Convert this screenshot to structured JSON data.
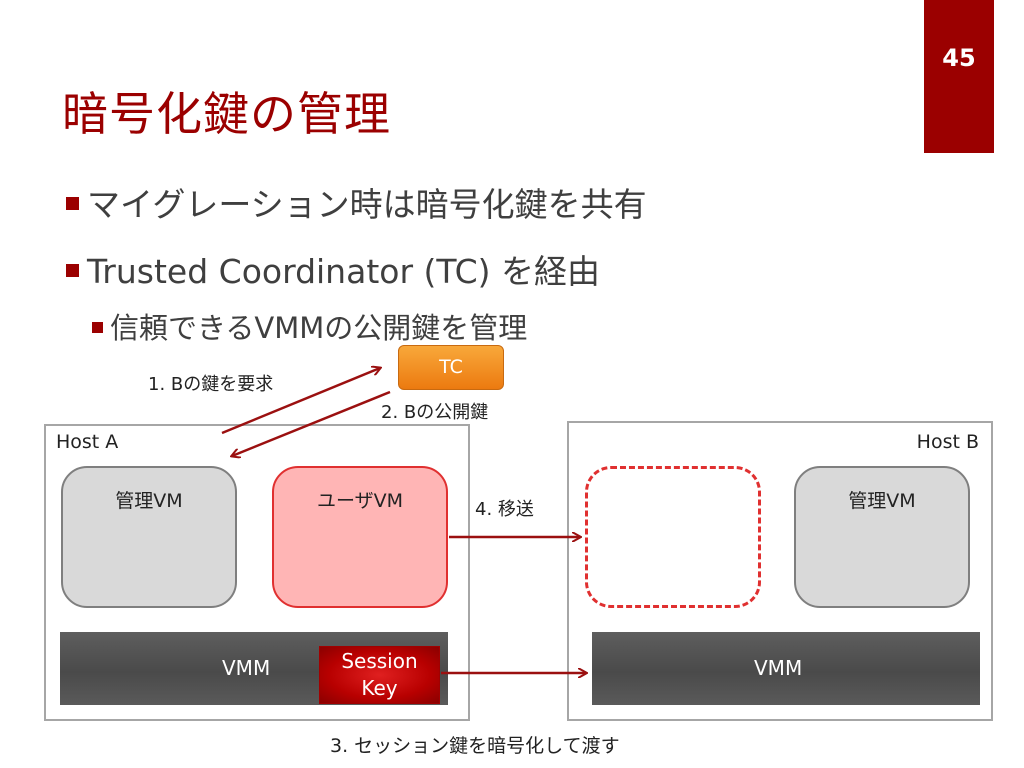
{
  "slide": {
    "page_number": "45",
    "title": "暗号化鍵の管理",
    "bullets": [
      "マイグレーション時は暗号化鍵を共有",
      "Trusted Coordinator (TC) を経由"
    ],
    "sub_bullets": [
      "信頼できるVMMの公開鍵を管理"
    ]
  },
  "diagram": {
    "tc_label": "TC",
    "host_a": {
      "label": "Host A",
      "mgmt_vm": "管理VM",
      "user_vm": "ユーザVM",
      "vmm": "VMM",
      "session_key_line1": "Session",
      "session_key_line2": "Key"
    },
    "host_b": {
      "label": "Host B",
      "mgmt_vm": "管理VM",
      "vmm": "VMM"
    },
    "steps": {
      "request_key": "1. Bの鍵を要求",
      "public_key": "2. Bの公開鍵",
      "encrypt_pass": "3. セッション鍵を暗号化して渡す",
      "migrate": "4. 移送"
    },
    "colors": {
      "accent": "#9b0000",
      "arrow": "#9b1010",
      "tc": "#f08a1c",
      "user_vm_fill": "#ffb5b5",
      "vm_border_red": "#e03030",
      "vm_gray": "#d9d9d9",
      "vmm": "#555555",
      "session_key": "#c00000"
    }
  }
}
